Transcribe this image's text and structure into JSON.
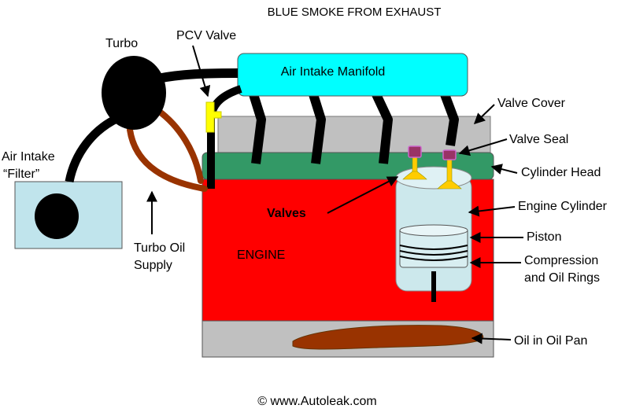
{
  "title": "BLUE SMOKE FROM EXHAUST",
  "labels": {
    "turbo": "Turbo",
    "pcv_valve": "PCV Valve",
    "air_intake_manifold": "Air Intake Manifold",
    "valve_cover": "Valve Cover",
    "valve_seal": "Valve Seal",
    "cylinder_head": "Cylinder Head",
    "engine_cylinder": "Engine Cylinder",
    "piston": "Piston",
    "rings_line1": "Compression",
    "rings_line2": "and Oil Rings",
    "valves": "Valves",
    "engine": "ENGINE",
    "oil_in_pan": "Oil in Oil Pan",
    "air_filter_line1": "Air Intake",
    "air_filter_line2": "“Filter”",
    "turbo_oil_line1": "Turbo Oil",
    "turbo_oil_line2": "Supply"
  },
  "footer": "© www.Autoleak.com",
  "colors": {
    "engine_block": "#ff0000",
    "cylinder_head": "#339966",
    "valve_cover": "#c0c0c0",
    "oil_pan": "#c0c0c0",
    "manifold": "#00ffff",
    "air_filter_box": "#c0e4ec",
    "cylinder": "#cce8ec",
    "oil": "#993300",
    "valve": "#ffcc00",
    "valve_seal": "#993366",
    "pcv_valve": "#ffff00",
    "turbo": "#000000",
    "oil_line": "#993300"
  }
}
